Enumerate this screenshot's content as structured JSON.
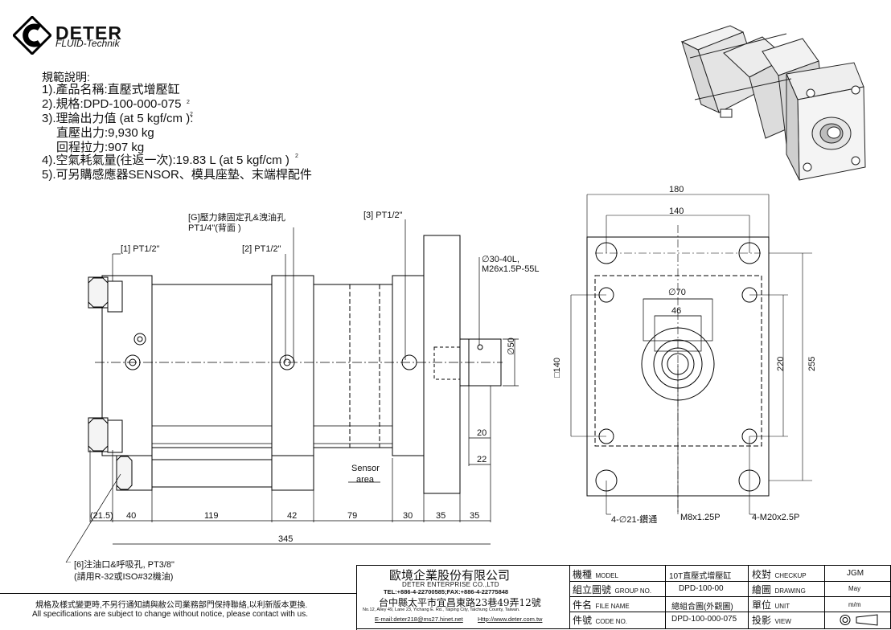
{
  "header": {
    "brand": "DETER",
    "brand_sub": "FLUID-Technik"
  },
  "spec": {
    "title": "規範說明:",
    "items": [
      "1).產品名稱:直壓式增壓缸",
      "2).規格:DPD-100-000-075",
      "3).理論出力值 (at 5 kgf/cm  ):",
      "直壓出力:9,930 kg",
      "回程拉力:907 kg",
      "4).空氣耗氣量(往返一次):19.83 L (at 5 kgf/cm  )",
      "5).可另購感應器SENSOR、模具座墊、末端桿配件"
    ],
    "superscript": "2"
  },
  "side_view": {
    "callouts": {
      "g_port": "[G]壓力錶固定孔&洩油孔",
      "g_port_2": "PT1/4\"(背面 )",
      "port_1": "[1] PT1/2\"",
      "port_2": "[2] PT1/2\"",
      "port_3": "[3] PT1/2\"",
      "rod_dia": "∅30-40L,",
      "rod_thread": "M26x1.5P-55L",
      "sensor": "Sensor",
      "sensor_2": "area",
      "oil_port": "[6]注油口&呼吸孔, PT3/8\"",
      "oil_port_2": "(請用R-32或ISO#32機油)"
    },
    "dims_bottom": [
      "(21.5)",
      "40",
      "119",
      "42",
      "79",
      "30",
      "35",
      "35"
    ],
    "total_length": "345",
    "dim_phi50": "∅50",
    "dim_20": "20",
    "dim_22": "22"
  },
  "front_view": {
    "dim_180": "180",
    "dim_140": "140",
    "dim_phi70": "∅70",
    "dim_46": "46",
    "dim_sq140": "□140",
    "dim_220": "220",
    "dim_255": "255",
    "holes_label": "4-∅21-鑽通",
    "center_thread": "M8x1.25P",
    "mount_thread": "4-M20x2.5P"
  },
  "footer": {
    "notice_cn": "規格及樣式變更時,不另行通知請與敝公司業務部門保持聯絡,以利新版本更換.",
    "notice_en": "All specifications are subject to change without notice, please contact with us."
  },
  "title_block": {
    "company_cn": "歐境企業股份有限公司",
    "company_en": "DETER ENTERPRISE CO.,LTD",
    "tel": "TEL:+886-4-22700585;FAX:+886-4-22775848",
    "address_cn": "台中縣太平市宜昌東路23巷49弄12號",
    "address_en": "No.12, Alley 49, Lane 23, Yichang E. Rd., Taiping City, Taichung County, Taiwan.",
    "email": "E-mail:deter218@ms27.hinet.net",
    "web": "Http://www.deter.com.tw",
    "rows": [
      {
        "label": "機種",
        "label_en": "MODEL",
        "value": "10T直壓式增壓缸",
        "label2": "校對",
        "label2_en": "CHECKUP",
        "value2": "JGM"
      },
      {
        "label": "組立圖號",
        "label_en": "GROUP NO.",
        "value": "DPD-100-00",
        "label2": "繪圖",
        "label2_en": "DRAWING",
        "value2": "May"
      },
      {
        "label": "件名",
        "label_en": "FILE NAME",
        "value": "總組合圖(外觀圖)",
        "label2": "單位",
        "label2_en": "UNIT",
        "value2": "m/m"
      },
      {
        "label": "件號",
        "label_en": "CODE NO.",
        "value": "DPD-100-000-075",
        "label2": "投影",
        "label2_en": "VIEW",
        "value2": ""
      }
    ]
  }
}
